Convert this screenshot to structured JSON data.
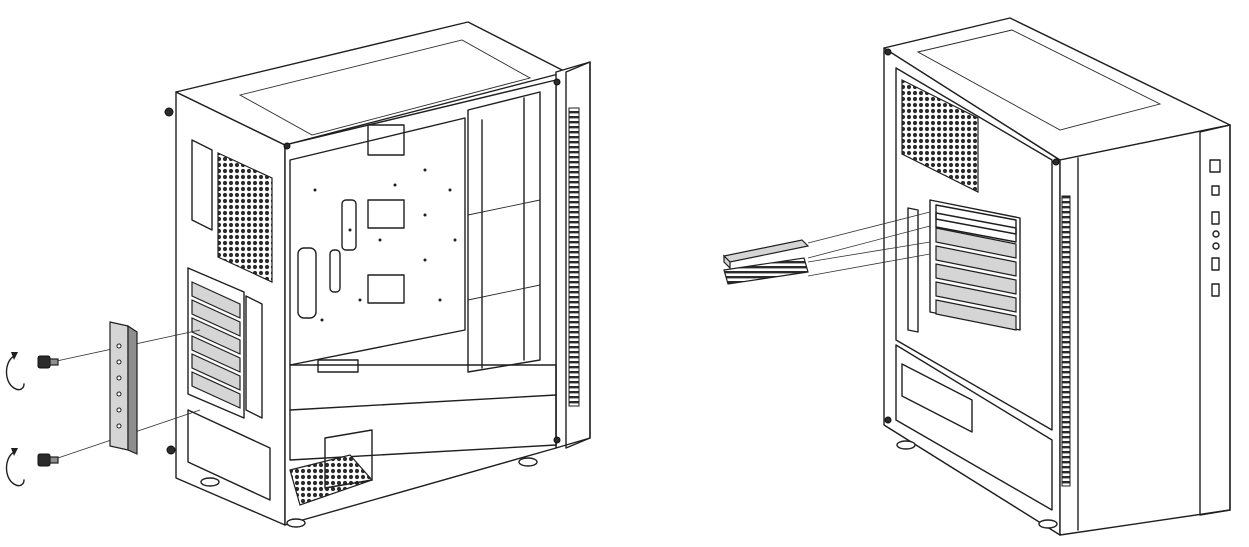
{
  "figure": {
    "panels": [
      {
        "id": "left-case",
        "subject": "pc-case-rear-angle-pci-bracket-removal"
      },
      {
        "id": "right-case",
        "subject": "pc-case-front-angle-slot-cover-removal"
      }
    ],
    "icons": {
      "rotate": "counterclockwise-arrow-icon",
      "screw": "thumbscrew-icon",
      "bracket": "pci-retention-bracket-icon",
      "slot_covers": "pci-slot-cover-icon"
    },
    "colors": {
      "line": "#1f1f1f",
      "part_fill_grey": "#8e8e8e",
      "part_fill_light": "#d5d5d5",
      "mesh": "#2b2b2b",
      "background": "#ffffff"
    }
  }
}
